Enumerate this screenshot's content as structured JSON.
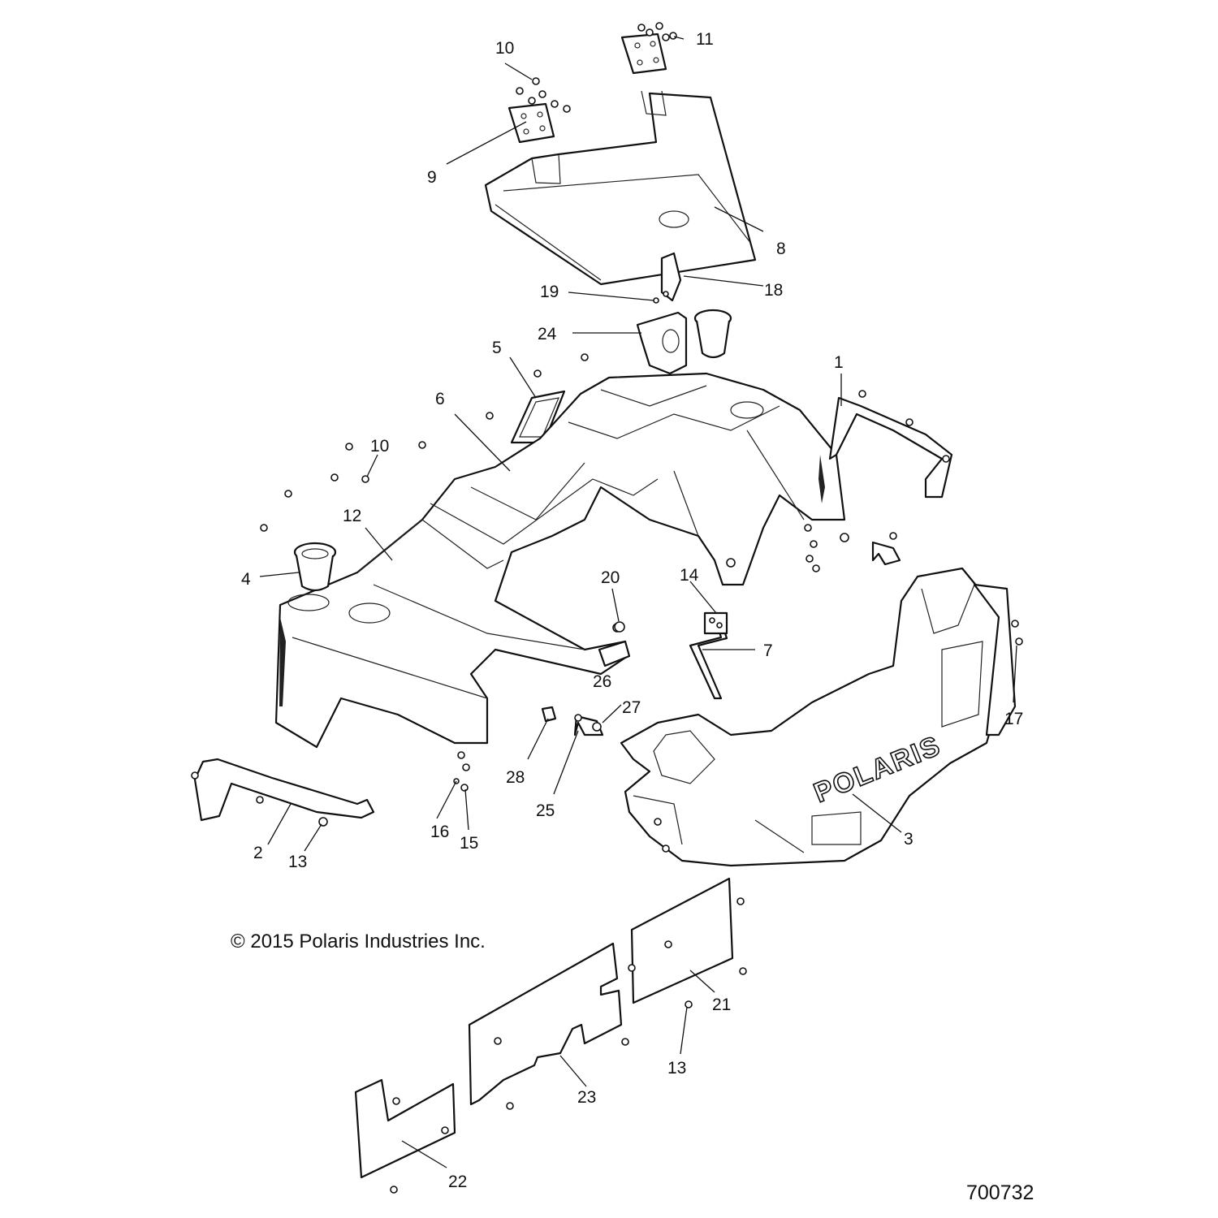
{
  "copyright": "© 2015 Polaris Industries Inc.",
  "diagram_id": "700732",
  "logo": "POLARIS",
  "callouts": [
    {
      "id": "c1",
      "label": "1"
    },
    {
      "id": "c2",
      "label": "2"
    },
    {
      "id": "c3",
      "label": "3"
    },
    {
      "id": "c4",
      "label": "4"
    },
    {
      "id": "c5",
      "label": "5"
    },
    {
      "id": "c6",
      "label": "6"
    },
    {
      "id": "c7",
      "label": "7"
    },
    {
      "id": "c8",
      "label": "8"
    },
    {
      "id": "c9",
      "label": "9"
    },
    {
      "id": "c10a",
      "label": "10"
    },
    {
      "id": "c10b",
      "label": "10"
    },
    {
      "id": "c11",
      "label": "11"
    },
    {
      "id": "c12",
      "label": "12"
    },
    {
      "id": "c13a",
      "label": "13"
    },
    {
      "id": "c13b",
      "label": "13"
    },
    {
      "id": "c14",
      "label": "14"
    },
    {
      "id": "c15",
      "label": "15"
    },
    {
      "id": "c16",
      "label": "16"
    },
    {
      "id": "c17",
      "label": "17"
    },
    {
      "id": "c18",
      "label": "18"
    },
    {
      "id": "c19",
      "label": "19"
    },
    {
      "id": "c20",
      "label": "20"
    },
    {
      "id": "c21",
      "label": "21"
    },
    {
      "id": "c22",
      "label": "22"
    },
    {
      "id": "c23",
      "label": "23"
    },
    {
      "id": "c24",
      "label": "24"
    },
    {
      "id": "c25",
      "label": "25"
    },
    {
      "id": "c26",
      "label": "26"
    },
    {
      "id": "c27",
      "label": "27"
    },
    {
      "id": "c28",
      "label": "28"
    }
  ]
}
